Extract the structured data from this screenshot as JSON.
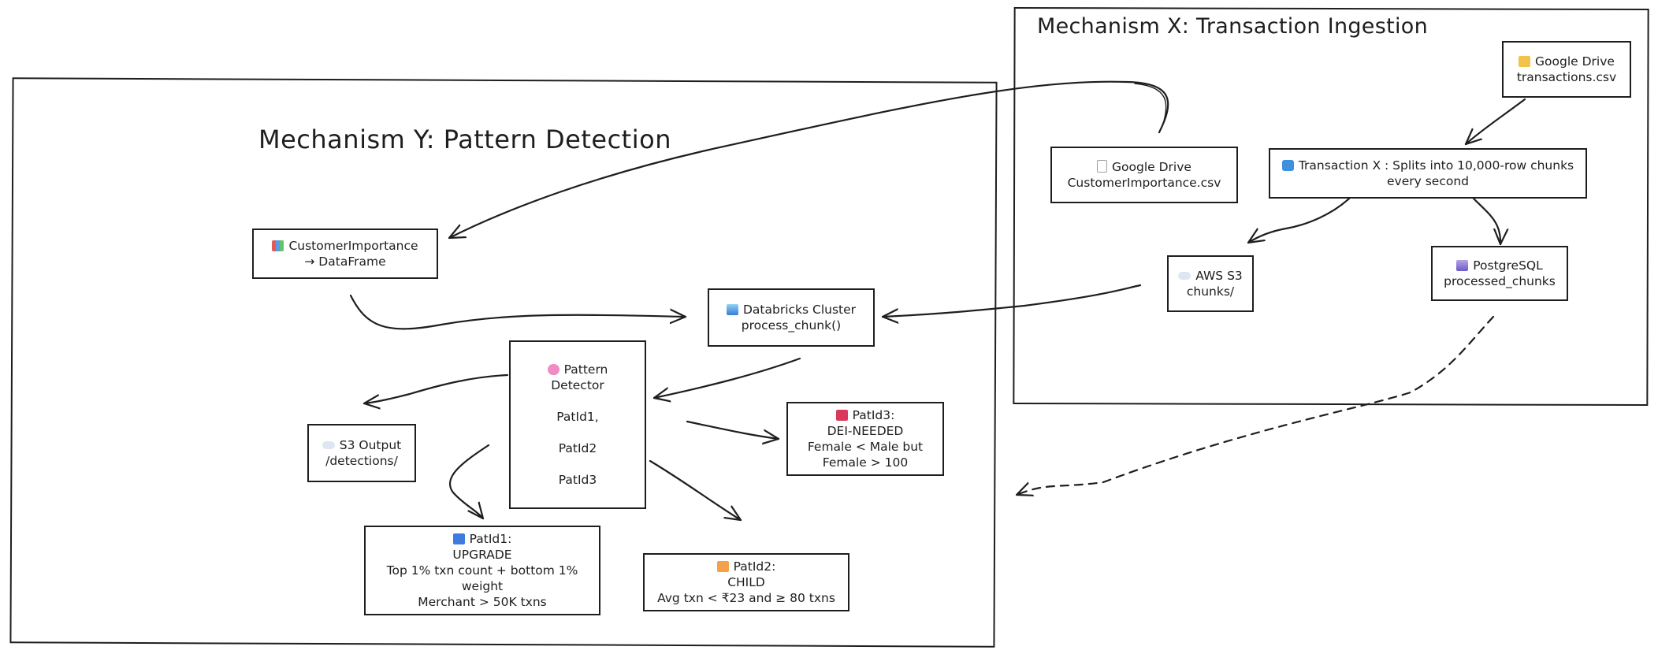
{
  "mechanism_y": {
    "title": "Mechanism Y: Pattern Detection"
  },
  "mechanism_x": {
    "title": "Mechanism X: Transaction Ingestion"
  },
  "nodes": {
    "gdrive_transactions": {
      "icon": "folder-icon",
      "lines": [
        "Google Drive",
        "transactions.csv"
      ]
    },
    "gdrive_customer": {
      "icon": "document-icon",
      "lines": [
        "Google Drive",
        "CustomerImportance.csv"
      ]
    },
    "transaction_x": {
      "icon": "cycle-icon",
      "lines": [
        "Transaction X : Splits into 10,000-row chunks",
        "every second"
      ]
    },
    "aws_s3": {
      "icon": "cloud-icon",
      "lines": [
        "AWS S3",
        "chunks/"
      ]
    },
    "postgres": {
      "icon": "database-icon",
      "lines": [
        "PostgreSQL",
        "processed_chunks"
      ]
    },
    "customer_importance": {
      "icon": "bar-chart-icon",
      "lines": [
        "CustomerImportance",
        "→ DataFrame"
      ]
    },
    "databricks": {
      "icon": "disk-icon",
      "lines": [
        "Databricks Cluster",
        "process_chunk()"
      ]
    },
    "pattern_detector": {
      "icon": "brain-icon",
      "lines": [
        "Pattern",
        "Detector",
        "PatId1,",
        "PatId2",
        "PatId3"
      ]
    },
    "s3_output": {
      "icon": "cloud-icon",
      "lines": [
        "S3 Output",
        "/detections/"
      ]
    },
    "patid3": {
      "icon": "red-square-icon",
      "lines": [
        "PatId3:",
        "DEI-NEEDED",
        "Female < Male but",
        "Female > 100"
      ]
    },
    "patid1": {
      "icon": "blue-square-icon",
      "lines": [
        "PatId1:",
        "UPGRADE",
        "Top 1% txn count + bottom 1%",
        "weight",
        "Merchant > 50K txns"
      ]
    },
    "patid2": {
      "icon": "orange-square-icon",
      "lines": [
        "PatId2:",
        "CHILD",
        "Avg txn < ₹23 and ≥ 80 txns"
      ]
    }
  }
}
